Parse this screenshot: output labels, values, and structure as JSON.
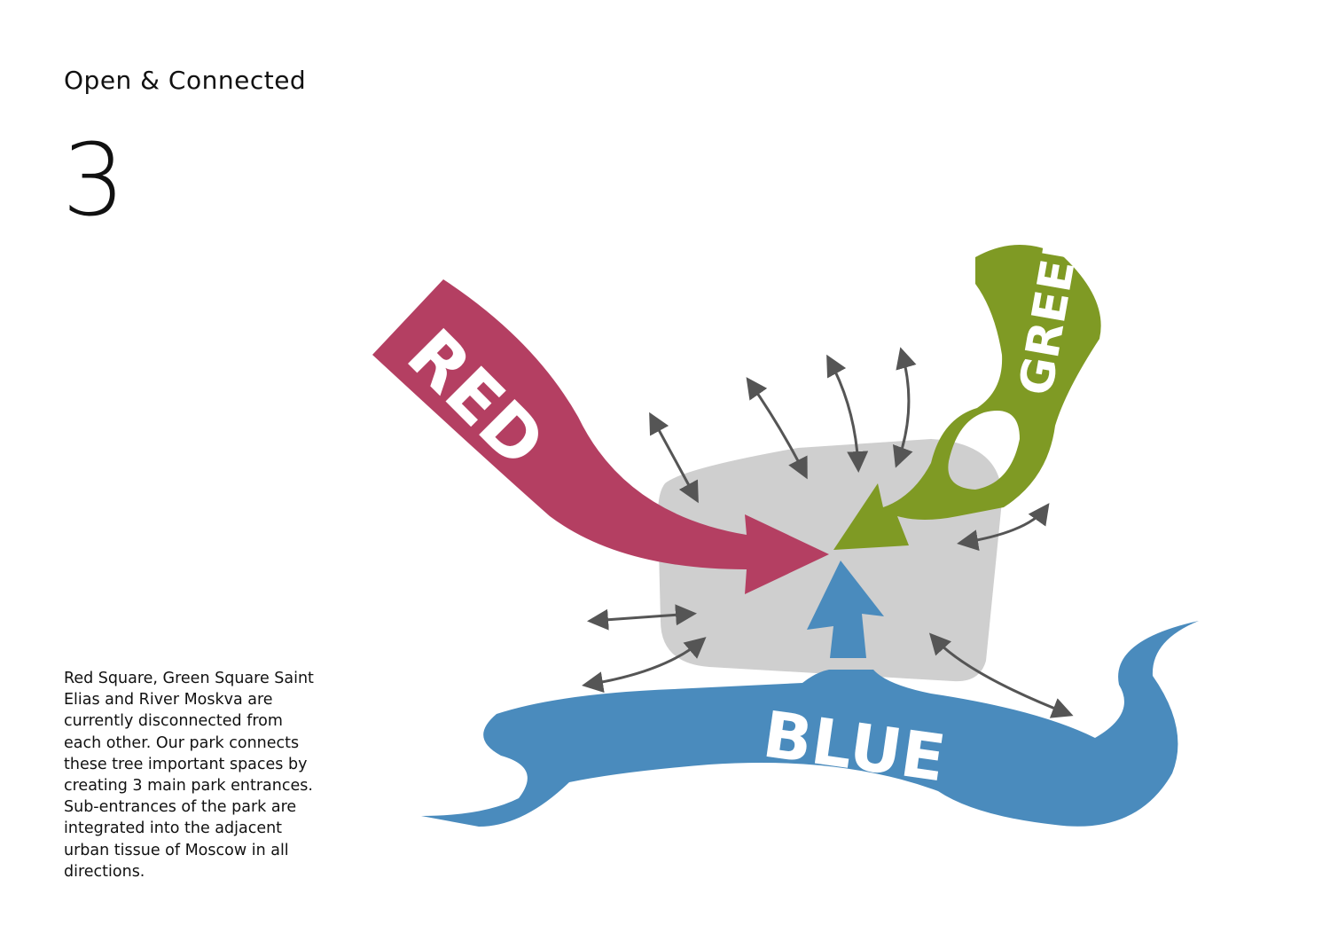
{
  "header": {
    "title": "Open & Connected",
    "number": "3"
  },
  "description": {
    "lines": [
      "Red Square, Green Square Saint",
      "Elias and River Moskva are",
      "currently disconnected from",
      "each other. Our park connects",
      "these tree important spaces by",
      "creating 3 main park entrances.",
      "Sub-entrances of the park are",
      "integrated into the adjacent",
      "urban tissue of Moscow in all",
      "directions."
    ]
  },
  "diagram": {
    "labels": {
      "red": "RED",
      "green": "GREEN",
      "blue": "BLUE"
    },
    "colors": {
      "red": "#b43f62",
      "green": "#7f9a24",
      "blue": "#4a8bbd",
      "park": "#cfcfcf",
      "arrows": "#555555"
    }
  }
}
